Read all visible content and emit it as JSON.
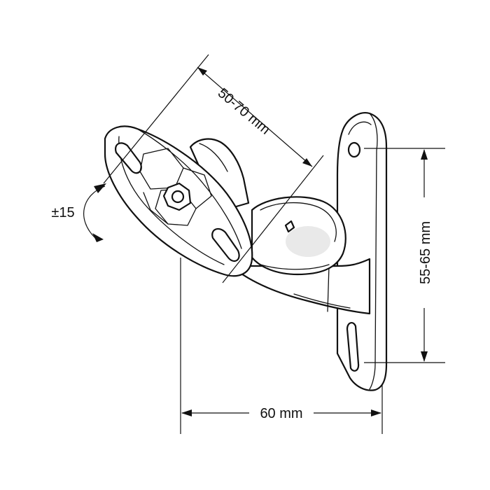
{
  "dimensions": {
    "diagonal": "50-70 mm",
    "height": "55-65 mm",
    "width": "60 mm",
    "tilt": "±15"
  },
  "colors": {
    "line": "#111111",
    "background": "#ffffff",
    "shade": "#e9e9e9"
  }
}
